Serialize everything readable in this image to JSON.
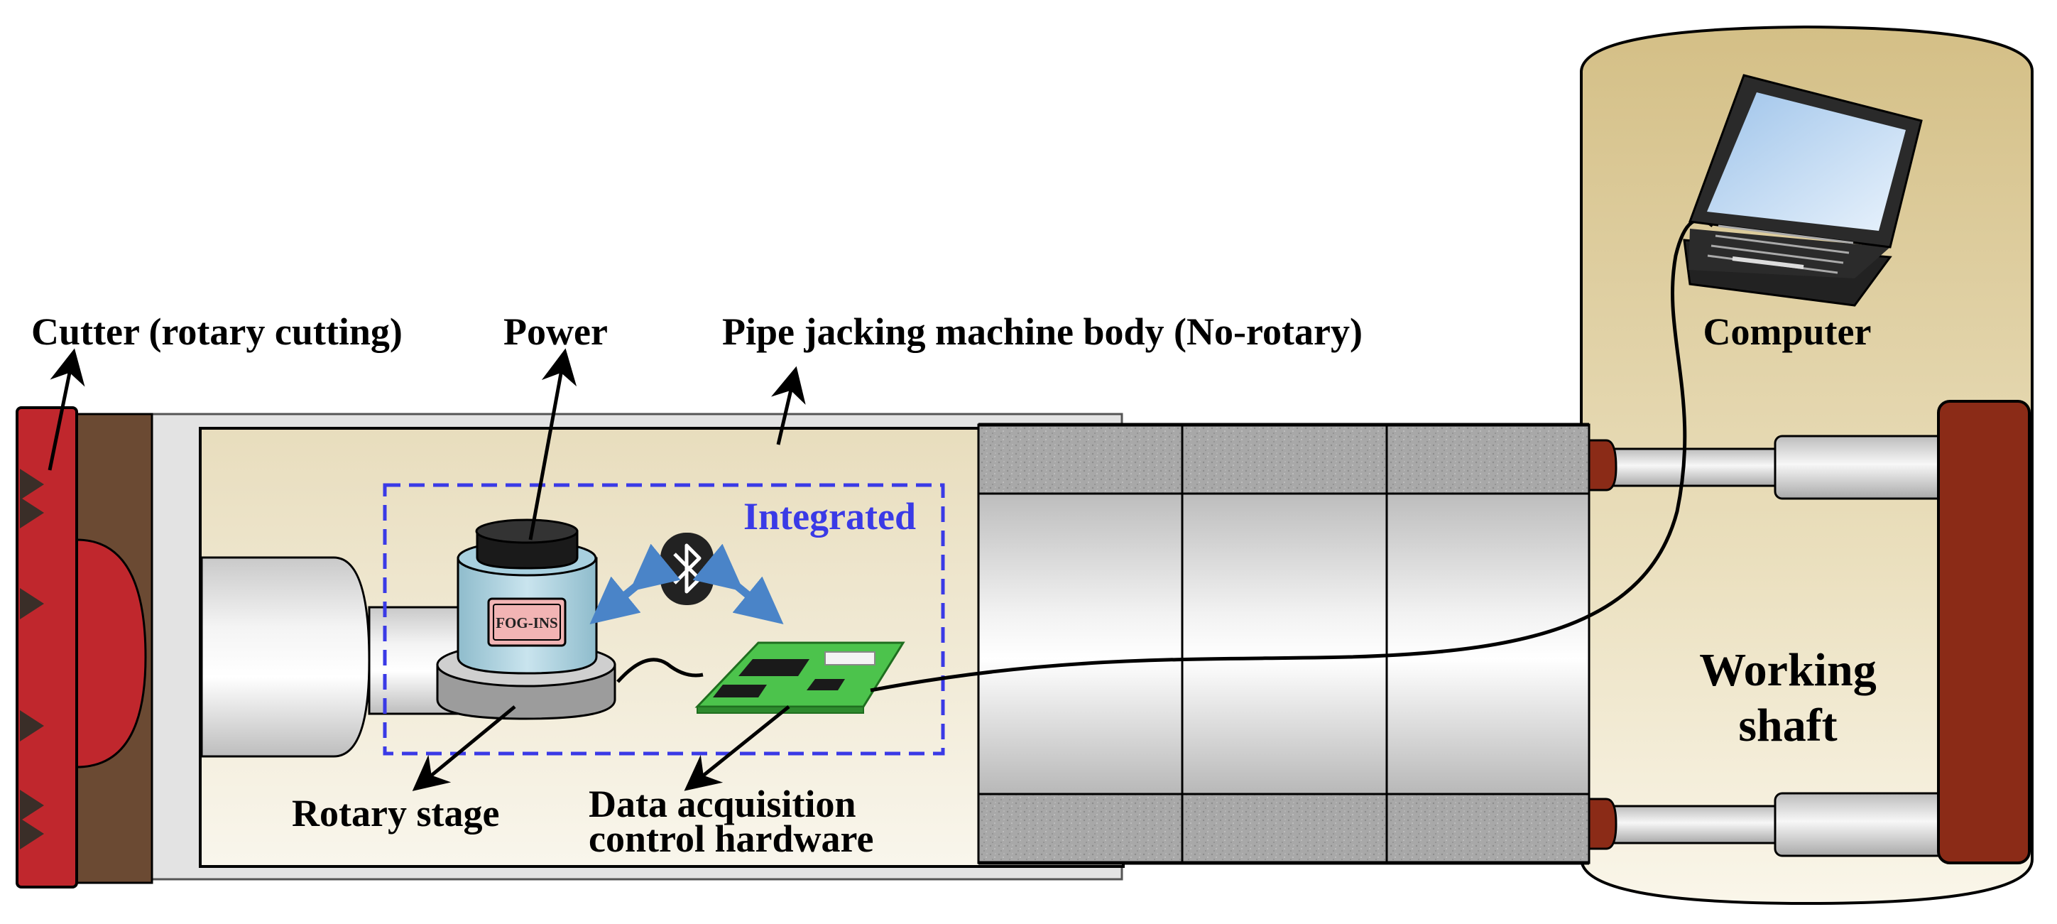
{
  "labels": {
    "cutter": "Cutter (rotary cutting)",
    "power": "Power",
    "machine_body": "Pipe jacking machine body (No-rotary)",
    "computer": "Computer",
    "integrated": "Integrated",
    "fog_ins": "FOG-INS",
    "rotary_stage": "Rotary stage",
    "daq_line1": "Data acquisition",
    "daq_line2": "control hardware",
    "shaft_line1": "Working",
    "shaft_line2": "shaft"
  },
  "icons": {
    "bluetooth": "bluetooth-icon",
    "laptop": "laptop-icon",
    "circuit_board": "circuit-board-icon"
  },
  "colors": {
    "cutter_red": "#c0272d",
    "cutter_brown": "#6b4a33",
    "machine_beige": "#efe6cc",
    "shaft_tan": "#d9c592",
    "jack_red": "#8b2b17",
    "integrated_blue": "#3a3ae6",
    "arrow_blue": "#4a84c8",
    "board_green": "#4cc34c"
  }
}
